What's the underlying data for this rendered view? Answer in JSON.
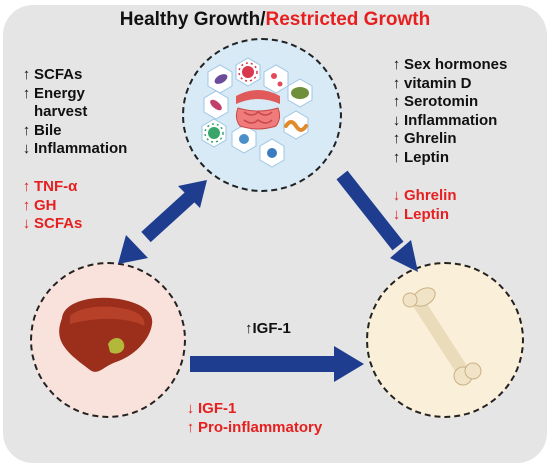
{
  "title": {
    "part1": "Healthy Growth/",
    "part2": "Restricted Growth"
  },
  "colors": {
    "black_text": "#111111",
    "red_text": "#e62020",
    "arrow": "#1e3d8f",
    "panel_bg": "#e5e5e5"
  },
  "nodes": {
    "gut": {
      "icon": "gut-microbiota-icon"
    },
    "liver": {
      "icon": "liver-icon"
    },
    "bone": {
      "icon": "bone-icon"
    }
  },
  "left_black": [
    {
      "arrow": "↑",
      "text": "SCFAs"
    },
    {
      "arrow": "↑",
      "text": "Energy"
    },
    {
      "arrow": "",
      "text": "harvest"
    },
    {
      "arrow": "↑",
      "text": "Bile"
    },
    {
      "arrow": "↓",
      "text": "Inflammation"
    }
  ],
  "left_red": [
    {
      "arrow": "↑",
      "text": "TNF-α"
    },
    {
      "arrow": "↑",
      "text": "GH"
    },
    {
      "arrow": "↓",
      "text": "SCFAs"
    }
  ],
  "right_black": [
    {
      "arrow": "↑",
      "text": "Sex hormones"
    },
    {
      "arrow": "↑",
      "text": "vitamin D"
    },
    {
      "arrow": "↑",
      "text": "Serotomin"
    },
    {
      "arrow": "↓",
      "text": "Inflammation"
    },
    {
      "arrow": "↑",
      "text": "Ghrelin"
    },
    {
      "arrow": "↑",
      "text": "Leptin"
    }
  ],
  "right_red": [
    {
      "arrow": "↓",
      "text": "Ghrelin"
    },
    {
      "arrow": "↓",
      "text": "Leptin"
    }
  ],
  "middle_black": {
    "arrow": "↑",
    "text": "IGF-1"
  },
  "bottom_red": [
    {
      "arrow": "↓",
      "text": "IGF-1"
    },
    {
      "arrow": "↑",
      "text": "Pro-inflammatory"
    }
  ]
}
